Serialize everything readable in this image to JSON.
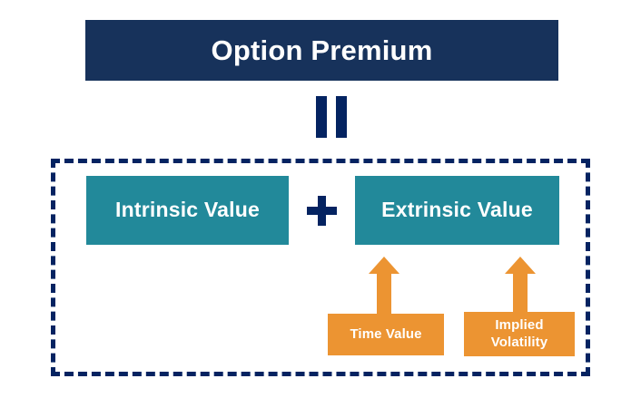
{
  "diagram": {
    "title": "Option Premium",
    "operators": {
      "equals": "=",
      "plus": "+"
    },
    "components": [
      {
        "id": "intrinsic-value",
        "label": "Intrinsic Value"
      },
      {
        "id": "extrinsic-value",
        "label": "Extrinsic Value"
      }
    ],
    "drivers": [
      {
        "id": "time-value",
        "label": "Time Value",
        "line1": "Time Value",
        "line2": ""
      },
      {
        "id": "implied-volatility",
        "label": "Implied Volatility",
        "line1": "Implied",
        "line2": "Volatility"
      }
    ],
    "colors": {
      "navy": "#17325B",
      "navy_dark": "#042361",
      "teal": "#22899A",
      "orange": "#EC9432",
      "white": "#FFFFFF",
      "background": "#FFFFFF"
    }
  }
}
